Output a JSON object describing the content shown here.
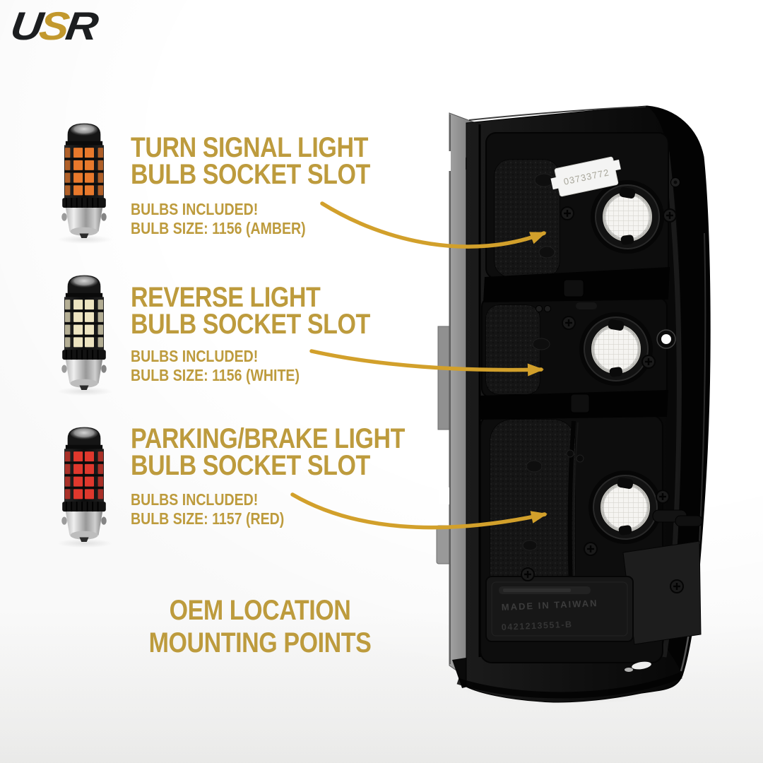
{
  "logo": {
    "letters": [
      {
        "text": "U",
        "color_role": "dark"
      },
      {
        "text": "S",
        "color_role": "gold"
      },
      {
        "text": "R",
        "color_role": "dark"
      }
    ]
  },
  "colors": {
    "gold_text": "#bd9b3d",
    "arrow_gold": "#d2a02b",
    "logo_dark": "#1c1e20",
    "logo_gold": "#c2982d"
  },
  "callouts": [
    {
      "title_line1": "TURN SIGNAL LIGHT",
      "title_line2": "BULB SOCKET SLOT",
      "note_line1": "BULBS INCLUDED!",
      "note_line2": "BULB SIZE: 1156 (AMBER)",
      "bulb": {
        "name": "amber-led-bulb-1156",
        "chip_color": "#e8792c"
      }
    },
    {
      "title_line1": "REVERSE LIGHT",
      "title_line2": "BULB SOCKET SLOT",
      "note_line1": "BULBS INCLUDED!",
      "note_line2": "BULB SIZE: 1156 (WHITE)",
      "bulb": {
        "name": "white-led-bulb-1156",
        "chip_color": "#ede4c1"
      }
    },
    {
      "title_line1": "PARKING/BRAKE LIGHT",
      "title_line2": "BULB SOCKET SLOT",
      "note_line1": "BULBS INCLUDED!",
      "note_line2": "BULB SIZE: 1157 (RED)",
      "bulb": {
        "name": "red-led-bulb-1157",
        "chip_color": "#df382d"
      }
    }
  ],
  "footer": {
    "line1": "OEM LOCATION",
    "line2": "MOUNTING POINTS"
  },
  "housing": {
    "sticker_text": "03733772",
    "embossed_line1": "MADE IN TAIWAN",
    "embossed_line2": "0421213551-B"
  }
}
